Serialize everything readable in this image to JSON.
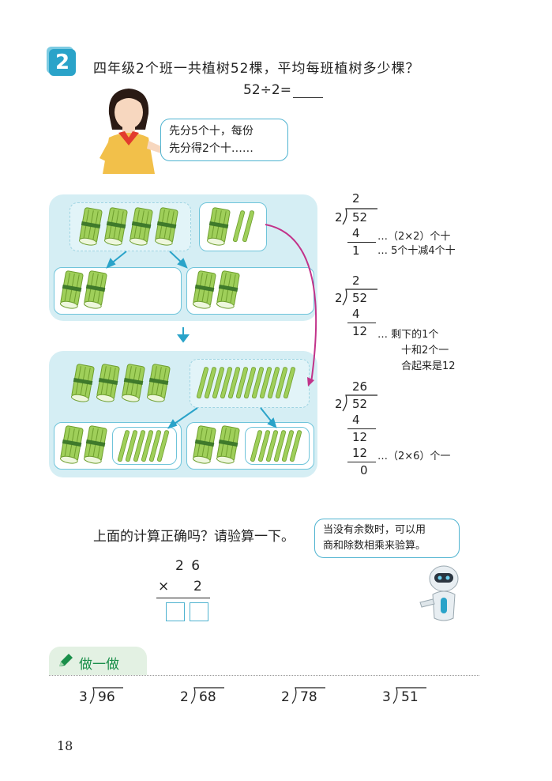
{
  "problem": {
    "number": "2",
    "question": "四年级2个班一共植树52棵，平均每班植树多少棵？",
    "equation": "52÷2="
  },
  "girl_bubble": {
    "line1": "先分5个十，每份",
    "line2": "先分得2个十……"
  },
  "long_division": {
    "step1": {
      "quotient": "2",
      "divisor": "2",
      "dividend": "52",
      "product": "4",
      "remainder": "1",
      "note1": "…（2×2）个十",
      "note2": "…  5个十减4个十"
    },
    "step2": {
      "quotient": "2",
      "divisor": "2",
      "dividend": "52",
      "product": "4",
      "remainder": "12",
      "note1": "…  剩下的1个",
      "note2": "十和2个一",
      "note3": "合起来是12"
    },
    "step3": {
      "quotient": "26",
      "divisor": "2",
      "dividend": "52",
      "product1": "4",
      "rem1": "12",
      "product2": "12",
      "final": "0",
      "note1": "…（2×6）个一"
    }
  },
  "verify": {
    "prompt": "上面的计算正确吗？请验算一下。",
    "robot_line1": "当没有余数时，可以用",
    "robot_line2": "商和除数相乘来验算。",
    "top": "2 6",
    "op": "×",
    "bottom": "2"
  },
  "practice": {
    "title": "做一做",
    "items": [
      {
        "divisor": "3",
        "dividend": "96"
      },
      {
        "divisor": "2",
        "dividend": "68"
      },
      {
        "divisor": "2",
        "dividend": "78"
      },
      {
        "divisor": "3",
        "dividend": "51"
      }
    ]
  },
  "page_number": "18",
  "colors": {
    "accent": "#2aa3c9",
    "panel": "#d5eef4",
    "arrow": "#c2338a",
    "stick": "#9fcf5a",
    "practice_green": "#1a8f4a"
  }
}
